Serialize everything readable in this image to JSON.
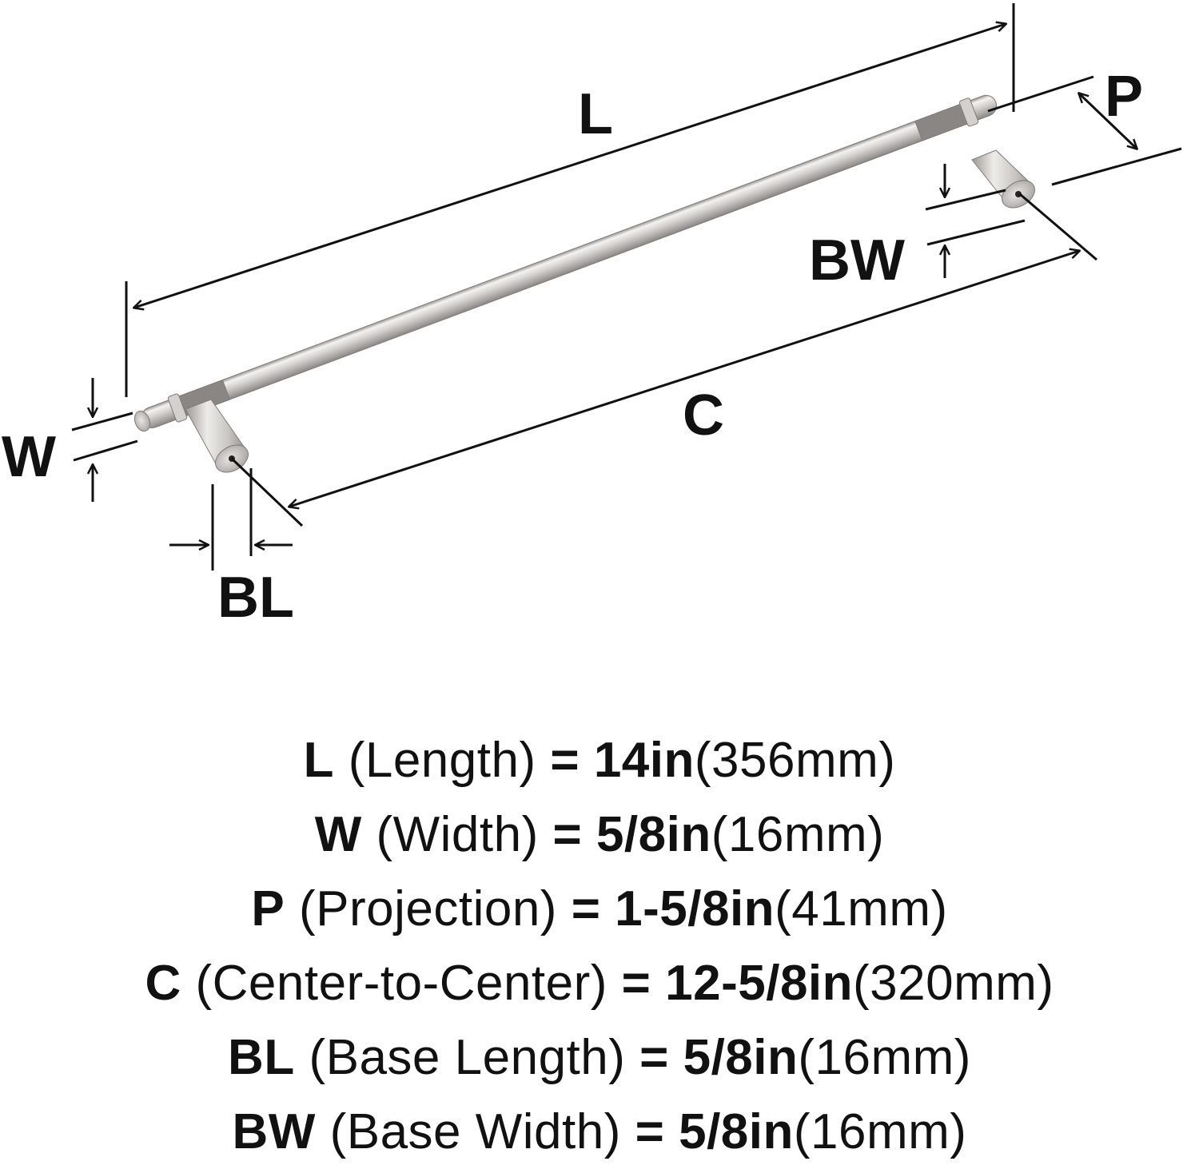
{
  "diagram": {
    "labels": {
      "L": "L",
      "P": "P",
      "BW": "BW",
      "C": "C",
      "W": "W",
      "BL": "BL"
    },
    "colors": {
      "ink": "#111111",
      "metal_light": "#eceae8",
      "metal_mid": "#c9c6c3",
      "metal_dark": "#8f8b88",
      "background": "#ffffff"
    }
  },
  "specs": [
    {
      "code": "L",
      "name": "(Length)",
      "eq": "=",
      "imperial": "14in",
      "metric": "(356mm)"
    },
    {
      "code": "W",
      "name": "(Width)",
      "eq": "=",
      "imperial": "5/8in",
      "metric": "(16mm)"
    },
    {
      "code": "P",
      "name": "(Projection)",
      "eq": "=",
      "imperial": "1-5/8in",
      "metric": "(41mm)"
    },
    {
      "code": "C",
      "name": "(Center-to-Center)",
      "eq": "=",
      "imperial": "12-5/8in",
      "metric": "(320mm)"
    },
    {
      "code": "BL",
      "name": "(Base Length)",
      "eq": "=",
      "imperial": "5/8in",
      "metric": "(16mm)"
    },
    {
      "code": "BW",
      "name": "(Base Width)",
      "eq": "=",
      "imperial": "5/8in",
      "metric": "(16mm)"
    }
  ]
}
